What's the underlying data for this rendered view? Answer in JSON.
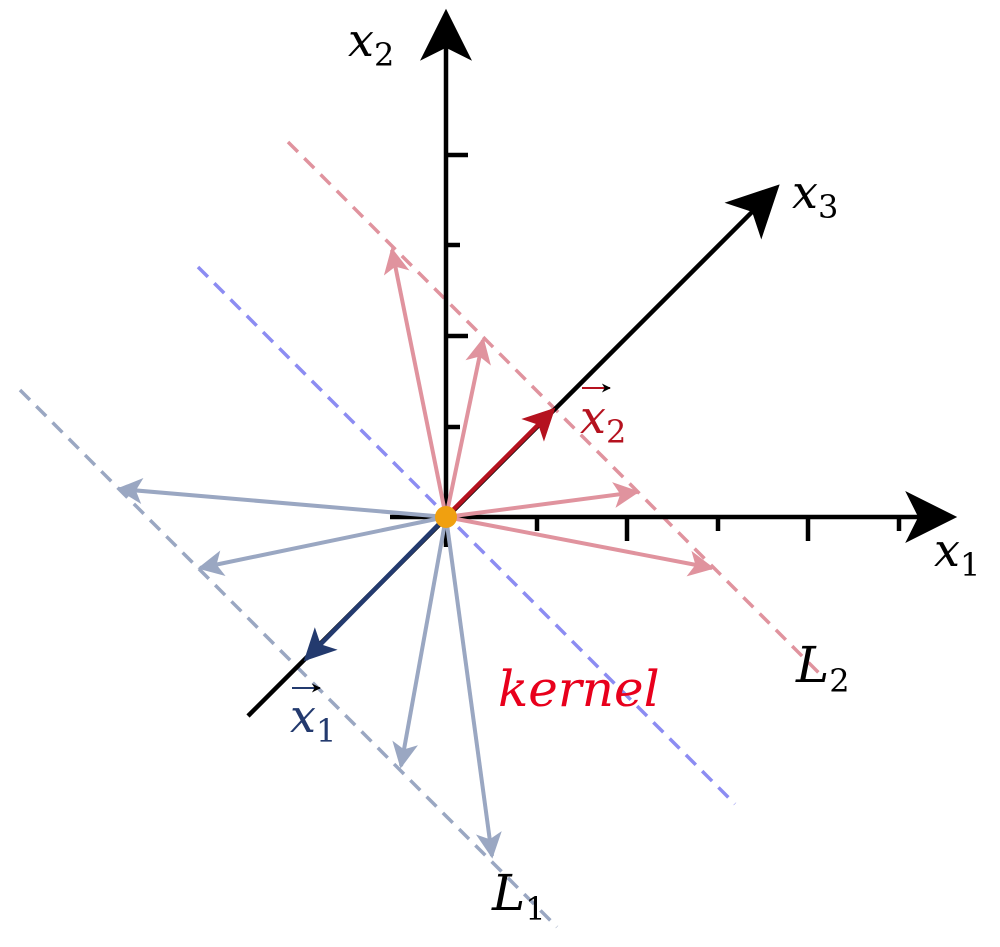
{
  "axes": {
    "x1": {
      "name": "x",
      "sub": "1"
    },
    "x2": {
      "name": "x",
      "sub": "2"
    },
    "x3": {
      "name": "x",
      "sub": "3"
    }
  },
  "vectors": {
    "v1": {
      "name": "x",
      "sub": "1"
    },
    "v2": {
      "name": "x",
      "sub": "2"
    }
  },
  "lines": {
    "L1": {
      "name": "L",
      "sub": "1"
    },
    "L2": {
      "name": "L",
      "sub": "2"
    },
    "kernel": "kernel"
  },
  "colors": {
    "axis": "#000000",
    "red_arrow": "#e0939e",
    "red_vector": "#b5121f",
    "blue_arrow": "#9aa7c2",
    "blue_vector": "#233a6e",
    "kernel_line": "#8c8cf2",
    "L1_line": "#9aa7c2",
    "L2_line": "#e0939e",
    "kernel_text": "#e8001c",
    "origin": "#f0a010"
  }
}
